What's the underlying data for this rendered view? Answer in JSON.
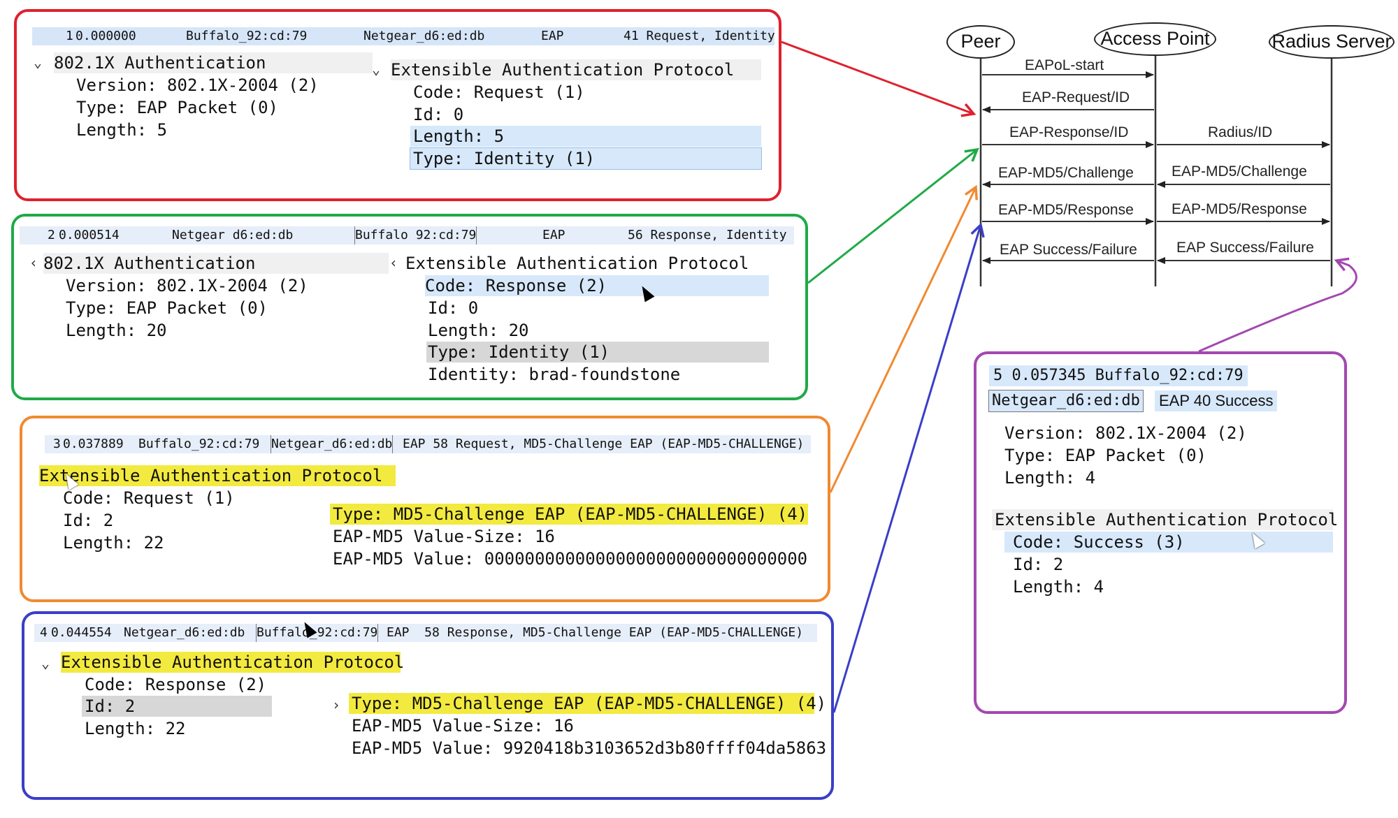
{
  "colors": {
    "red": "#e0202e",
    "green": "#1faa46",
    "orange": "#f08a30",
    "blue": "#3a3ec8",
    "purple": "#a348b0"
  },
  "frame1": {
    "hdr": {
      "no": "1",
      "time": "0.000000",
      "src": "Buffalo_92:cd:79",
      "dst": "Netgear_d6:ed:db",
      "proto": "EAP",
      "info": "41 Request, Identity"
    },
    "dot1x": {
      "title": "802.1X Authentication",
      "version": "Version: 802.1X-2004 (2)",
      "type": "Type: EAP Packet (0)",
      "length": "Length: 5"
    },
    "eap": {
      "title": "Extensible Authentication Protocol",
      "code": "Code: Request (1)",
      "id": "Id: 0",
      "length": "Length: 5",
      "type": "Type: Identity (1)"
    }
  },
  "frame2": {
    "hdr": {
      "no": "2",
      "time": "0.000514",
      "src": "Netgear d6:ed:db",
      "dst": "Buffalo 92:cd:79",
      "proto": "EAP",
      "info": "56 Response, Identity"
    },
    "dot1x": {
      "title": "802.1X Authentication",
      "version": "Version: 802.1X-2004 (2)",
      "type": "Type: EAP Packet (0)",
      "length": "Length: 20"
    },
    "eap": {
      "title": "Extensible Authentication Protocol",
      "code": "Code: Response (2)",
      "id": "Id: 0",
      "length": "Length: 20",
      "type": "Type: Identity (1)",
      "identity": "Identity: brad-foundstone"
    }
  },
  "frame3": {
    "hdr": {
      "no": "3",
      "time": "0.037889",
      "src": "Buffalo_92:cd:79",
      "dst": "Netgear_d6:ed:db",
      "info": "EAP 58 Request, MD5-Challenge EAP (EAP-MD5-CHALLENGE)"
    },
    "eap": {
      "title": "Extensible Authentication Protocol",
      "code": "Code: Request (1)",
      "id": "Id: 2",
      "length": "Length: 22",
      "type": "Type: MD5-Challenge EAP (EAP-MD5-CHALLENGE) (4)",
      "value_size": "EAP-MD5 Value-Size: 16",
      "value": "EAP-MD5 Value: 00000000000000000000000000000000"
    }
  },
  "frame4": {
    "hdr": {
      "no": "4",
      "time": "0.044554",
      "src": "Netgear_d6:ed:db",
      "dst": "Buffalo_92:cd:79",
      "info": "EAP  58 Response, MD5-Challenge EAP (EAP-MD5-CHALLENGE)"
    },
    "eap": {
      "title": "Extensible Authentication Protocol",
      "code": "Code: Response (2)",
      "id": "Id: 2",
      "length": "Length: 22",
      "type": "Type: MD5-Challenge EAP (EAP-MD5-CHALLENGE) (4)",
      "value_size": "EAP-MD5 Value-Size: 16",
      "value": "EAP-MD5 Value: 9920418b3103652d3b80ffff04da5863"
    }
  },
  "frame5": {
    "hdr1": "5 0.057345 Buffalo_92:cd:79",
    "hdr2a": "Netgear_d6:ed:db",
    "hdr2b": "EAP 40 Success",
    "dot1x": {
      "version": "Version: 802.1X-2004 (2)",
      "type": "Type: EAP Packet (0)",
      "length": "Length: 4"
    },
    "eap": {
      "title": "Extensible Authentication Protocol",
      "code": "Code: Success (3)",
      "id": "Id: 2",
      "length": "Length: 4"
    }
  },
  "sequence": {
    "actors": [
      "Peer",
      "Access Point",
      "Radius Server"
    ],
    "messages": [
      {
        "label": "EAPoL-start",
        "dir": "right"
      },
      {
        "label": "EAP-Request/ID",
        "dir": "left"
      },
      {
        "label": "EAP-Response/ID",
        "dir": "right",
        "label2": "Radius/ID",
        "dir2": "right"
      },
      {
        "label": "EAP-MD5/Challenge",
        "dir": "left",
        "label2": "EAP-MD5/Challenge",
        "dir2": "left"
      },
      {
        "label": "EAP-MD5/Response",
        "dir": "right",
        "label2": "EAP-MD5/Response",
        "dir2": "right"
      },
      {
        "label": "EAP Success/Failure",
        "dir": "left",
        "label2": "EAP Success/Failure",
        "dir2": "left"
      }
    ]
  }
}
